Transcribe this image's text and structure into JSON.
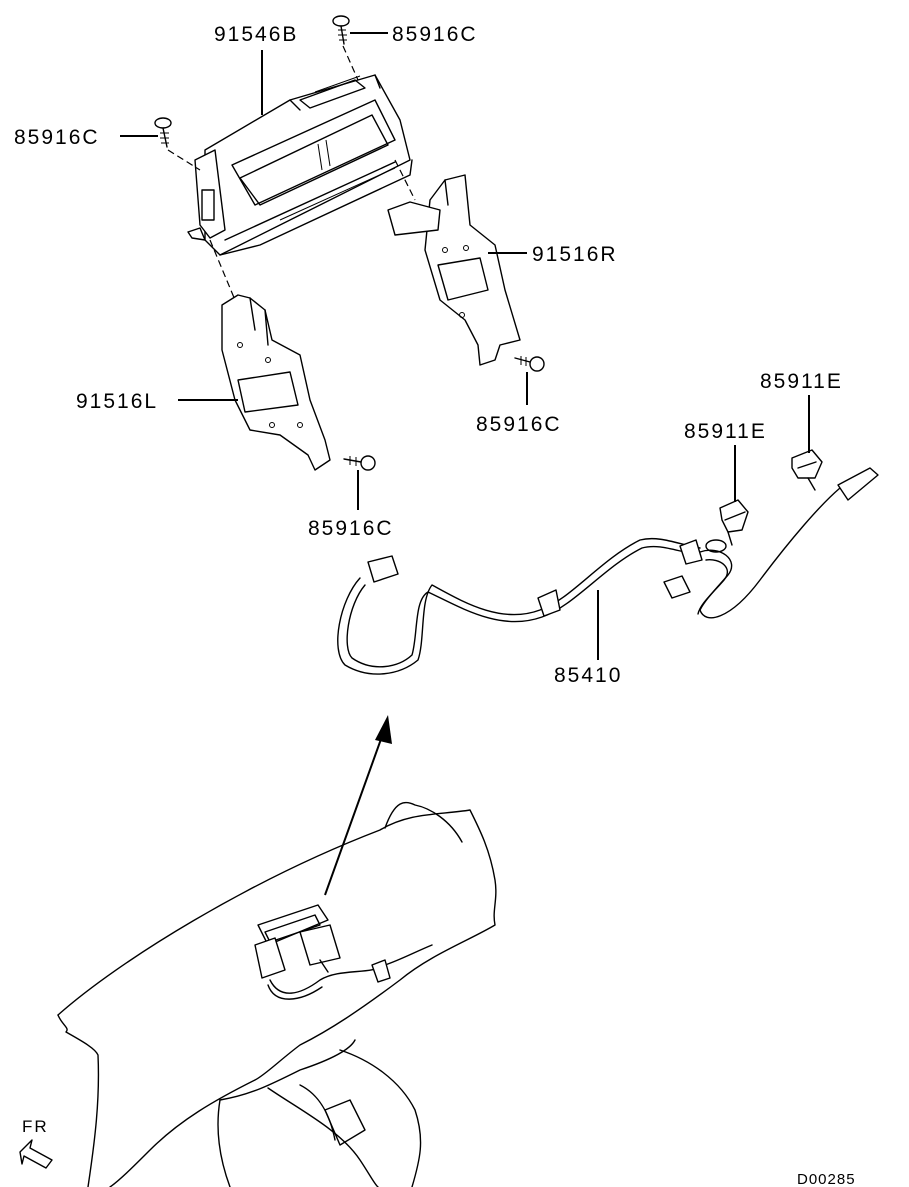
{
  "diagram": {
    "labels": {
      "meter": "91546B",
      "screw_top": "85916C",
      "screw_left": "85916C",
      "bracket_right": "91516R",
      "screw_right": "85916C",
      "bracket_left": "91516L",
      "screw_bottom": "85916C",
      "bulb_upper": "85911E",
      "bulb_lower": "85911E",
      "harness": "85410"
    },
    "direction": "FR",
    "drawing_code": "D00285"
  }
}
